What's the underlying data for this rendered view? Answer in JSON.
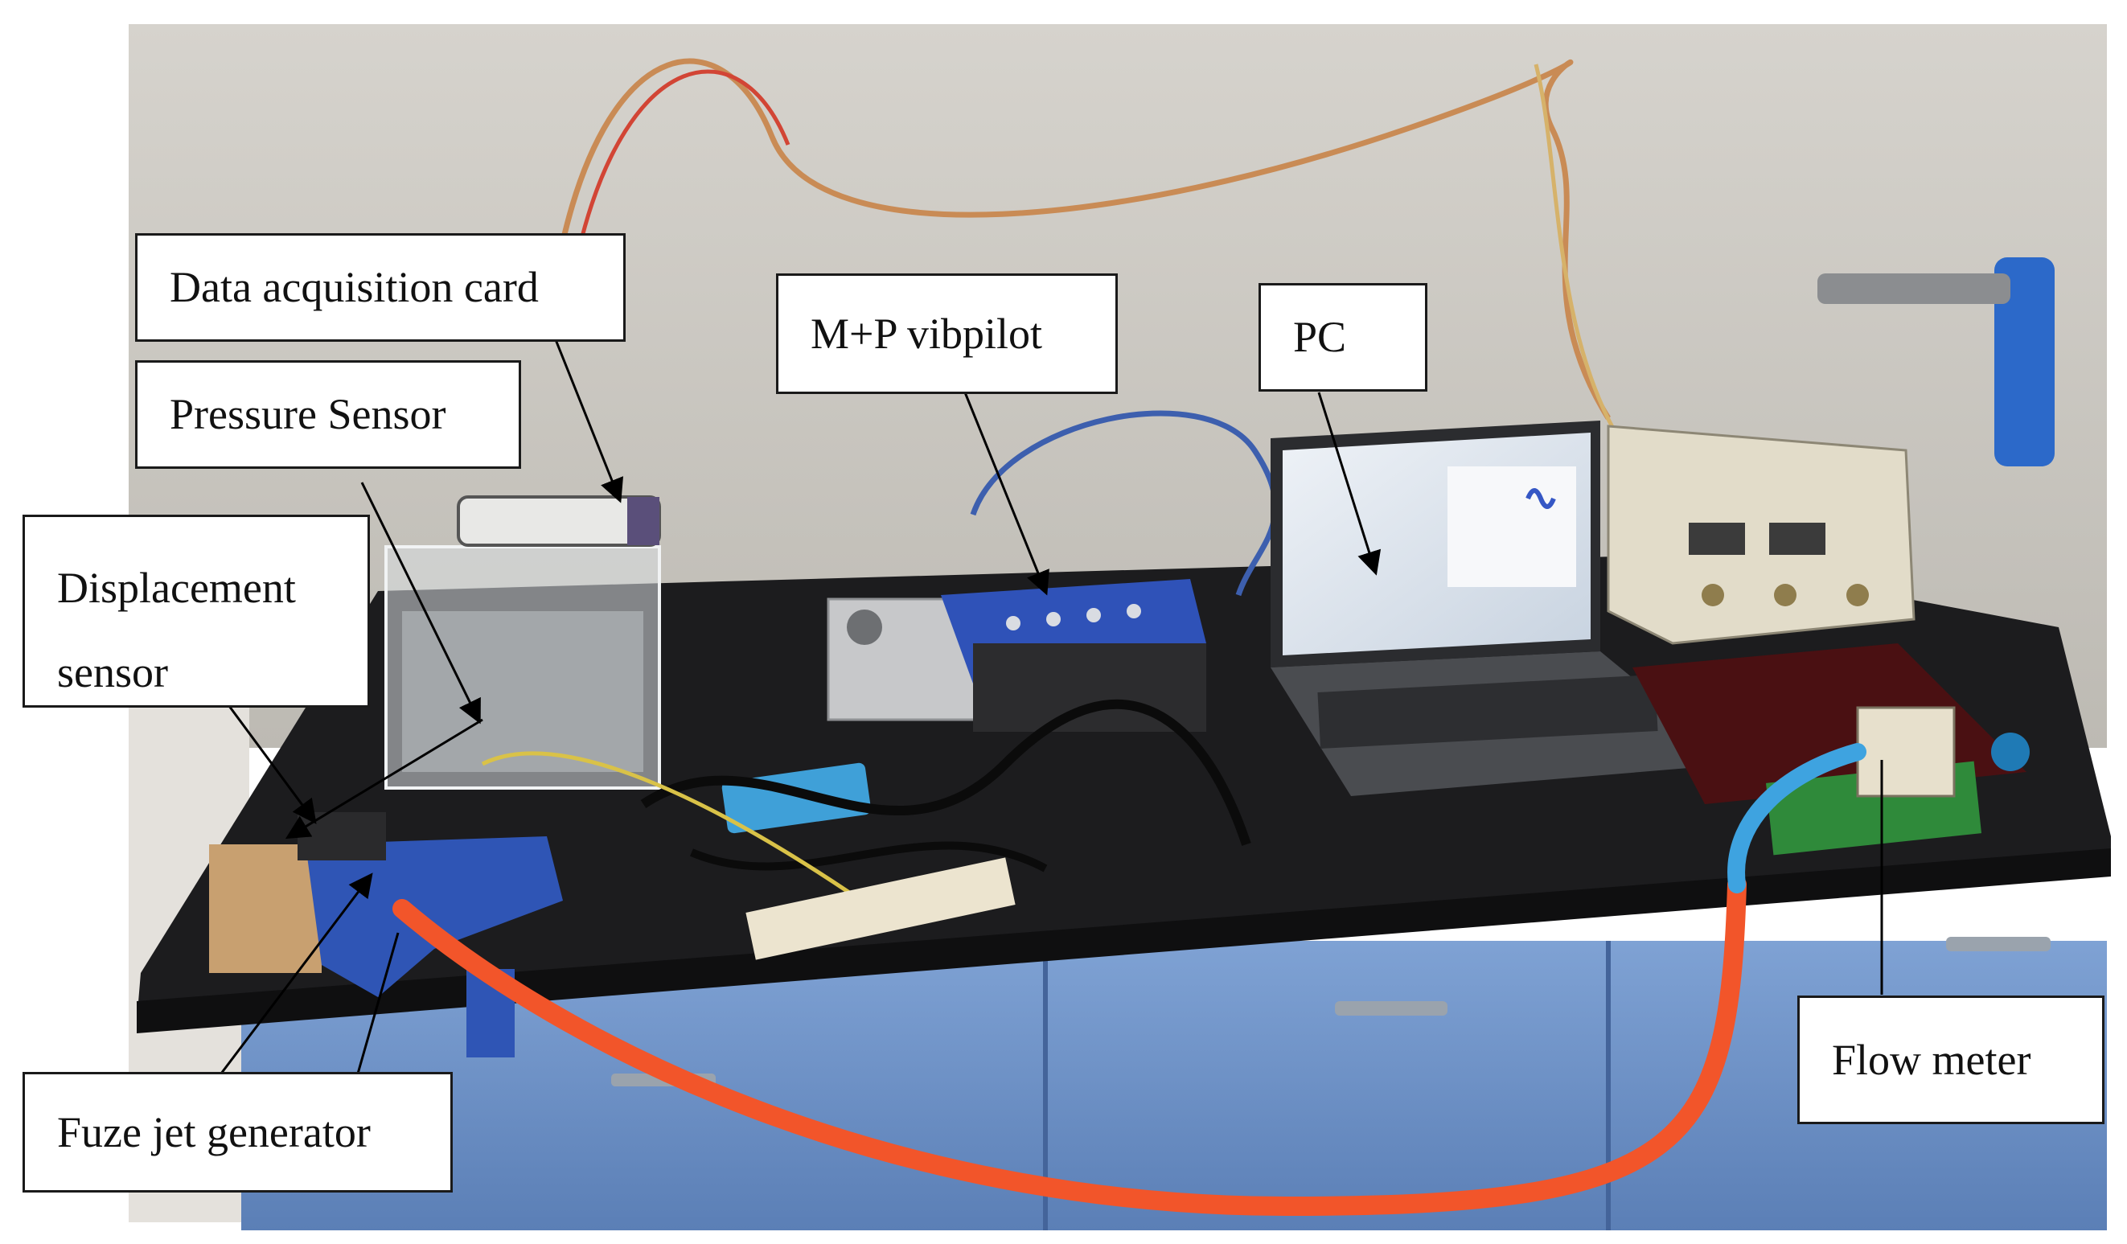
{
  "figure": {
    "labels": {
      "data_acquisition_card": "Data acquisition card",
      "pressure_sensor": "Pressure Sensor",
      "displacement_sensor_line1": "Displacement",
      "displacement_sensor_line2": "sensor",
      "mp_vibpilot": "M+P vibpilot",
      "pc": "PC",
      "flow_meter": "Flow meter",
      "fuze_jet_generator": "Fuze jet generator"
    },
    "colors": {
      "wall": "#c9c6c0",
      "bench_top": "#1c1c1e",
      "cabinet": "#6f93c8",
      "hose": "#f2552a",
      "callout_line": "#000000"
    }
  }
}
